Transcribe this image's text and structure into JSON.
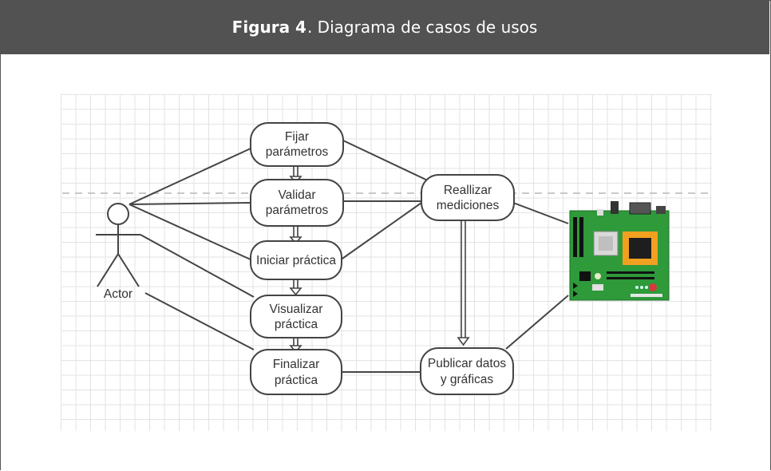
{
  "figure": {
    "label": "Figura 4",
    "title": ". Diagrama de casos de usos"
  },
  "actor": {
    "label": "Actor"
  },
  "use_cases": {
    "fijar": [
      "Fijar",
      "parámetros"
    ],
    "validar": [
      "Validar",
      "parámetros"
    ],
    "iniciar": [
      "Iniciar práctica"
    ],
    "visualizar": [
      "Visualizar",
      "práctica"
    ],
    "finalizar": [
      "Finalizar",
      "práctica"
    ],
    "mediciones": [
      "Reallizar",
      "mediciones"
    ],
    "publicar": [
      "Publicar datos",
      "y gráficas"
    ]
  },
  "colors": {
    "header_bg": "#525252",
    "board_green": "#2e9a3a",
    "chip_orange": "#f2a020"
  },
  "icons": {
    "device": "circuit-board-icon"
  }
}
